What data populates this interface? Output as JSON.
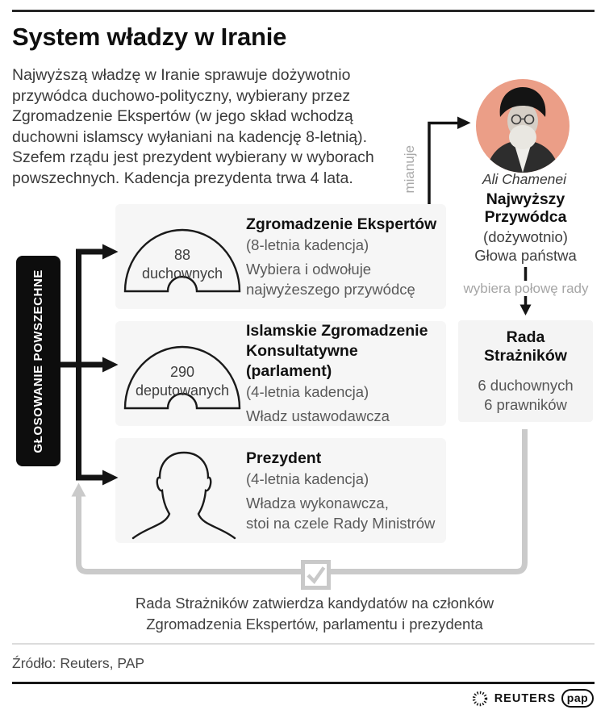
{
  "header": {
    "title": "System władzy w Iranie",
    "intro": "Najwyższą władzę w Iranie sprawuje dożywotnio przywódca duchowo-polityczny, wybierany przez Zgromadzenie Ekspertów (w jego skład wchodzą duchowni islamscy wyłaniani na kadencję 8-letnią). Szefem rządu jest prezydent wybierany w wyborach powszechnych. Kadencja prezydenta trwa 4 lata."
  },
  "left_rail": {
    "label": "GŁOSOWANIE POWSZECHNE"
  },
  "leader": {
    "name": "Ali Chamenei",
    "title": "Najwyższy Przywódca",
    "term": "(dożywotnio)",
    "role": "Głowa państwa",
    "appoint_label": "mianuje",
    "elect_label": "wybiera połowę rady",
    "portrait_color": "#eb9e87"
  },
  "bodies": [
    {
      "icon": "parliament-arc",
      "count": "88",
      "members": "duchownych",
      "name": "Zgromadzenie Ekspertów",
      "term": "(8-letnia kadencja)",
      "desc_line1": "Wybiera i odwołuje",
      "desc_line2": "najwyżeszego przywódcę"
    },
    {
      "icon": "parliament-arc",
      "count": "290",
      "members": "deputowanych",
      "name": "Islamskie Zgromadzenie Konsultatywne (parlament)",
      "term": "(4-letnia kadencja)",
      "desc_line1": "Władz ustawodawcza",
      "desc_line2": ""
    },
    {
      "icon": "head-silhouette",
      "name": "Prezydent",
      "term": "(4-letnia kadencja)",
      "desc_line1": "Władza wykonawcza,",
      "desc_line2": "stoi na czele Rady Ministrów"
    }
  ],
  "guardian_council": {
    "name_line1": "Rada",
    "name_line2": "Strażników",
    "members_line1": "6 duchownych",
    "members_line2": "6 prawników"
  },
  "approval_note": {
    "check_icon": "checkbox-checked",
    "line1": "Rada Strażników zatwierdza kandydatów na członków",
    "line2": "Zgromadzenia Ekspertów, parlamentu i prezydenta"
  },
  "footer": {
    "source": "Źródło: Reuters, PAP",
    "reuters_logo": "REUTERS",
    "pap_logo": "pap"
  },
  "colors": {
    "accent_salmon": "#eb9e87",
    "box_bg": "#f6f6f6",
    "connector_gray": "#cacaca",
    "ink": "#141414",
    "muted_label": "#a6a6a6"
  }
}
